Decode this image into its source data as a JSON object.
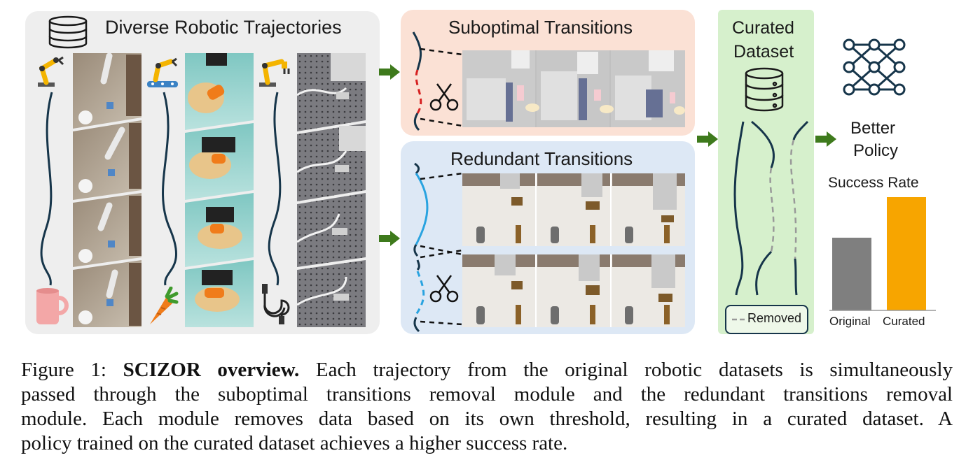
{
  "panels": {
    "diverse": {
      "title": "Diverse Robotic Trajectories"
    },
    "suboptimal": {
      "title": "Suboptimal Transitions"
    },
    "redundant": {
      "title": "Redundant Transitions"
    },
    "curated": {
      "title_line1": "Curated",
      "title_line2": "Dataset",
      "legend_removed": "Removed"
    },
    "policy": {
      "line1": "Better",
      "line2": "Policy",
      "chart_title": "Success Rate"
    }
  },
  "chart_data": {
    "type": "bar",
    "title": "Success Rate",
    "categories": [
      "Original",
      "Curated"
    ],
    "values": [
      0.52,
      0.81
    ],
    "ylim": [
      0,
      1
    ],
    "colors": [
      "#7f7f7f",
      "#f7a500"
    ],
    "grid": false
  },
  "caption": {
    "label": "Figure 1:",
    "name": "SCIZOR",
    "name_suffix": " overview.",
    "lines": [
      " Each trajectory from the original robotic datasets is simultaneously",
      "passed through the suboptimal transitions removal module and the redundant transitions removal",
      "module.  Each module removes data based on its own threshold, resulting in a curated dataset.  A",
      "policy trained on the curated dataset achieves a higher success rate."
    ]
  },
  "colors": {
    "diverse_bg": "#eeeeee",
    "suboptimal_bg": "#fbe1d5",
    "redundant_bg": "#dde8f5",
    "curated_bg": "#d6f0cc",
    "arrow": "#3e7a1c",
    "cut_red": "#d62020",
    "cut_blue": "#29a3e0"
  },
  "icons": [
    "database-icon",
    "robot-arm-icon",
    "scissors-icon",
    "neural-network-icon",
    "mug-icon",
    "carrot-icon",
    "usb-cable-icon"
  ]
}
